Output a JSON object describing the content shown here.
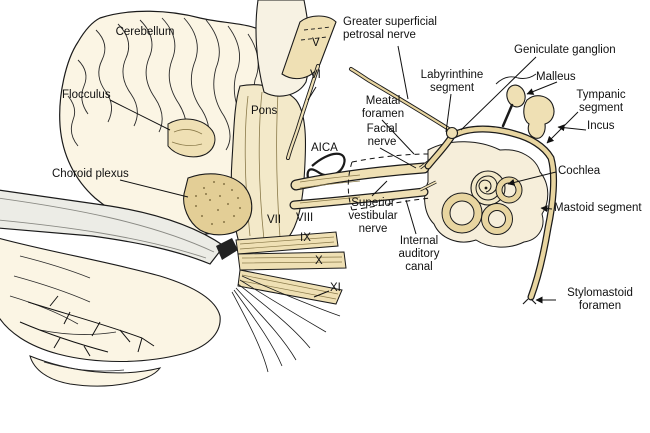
{
  "palette": {
    "tan": "#E8D5A0",
    "tan_light": "#F3E9C9",
    "paper": "#FBF5E4",
    "line": "#1a1a1a",
    "retractor": "#ECECE6"
  },
  "labels": {
    "cerebellum": {
      "text": "Cerebellum"
    },
    "flocculus": {
      "text": "Flocculus"
    },
    "choroid_plexus": {
      "text": "Choroid plexus"
    },
    "pons": {
      "text": "Pons"
    },
    "aica": {
      "text": "AICA"
    },
    "nerve_v": {
      "text": "V"
    },
    "nerve_vi": {
      "text": "VI"
    },
    "nerve_vii": {
      "text": "VII"
    },
    "nerve_viii": {
      "text": "VIII"
    },
    "nerve_ix": {
      "text": "IX"
    },
    "nerve_x": {
      "text": "X"
    },
    "nerve_xi": {
      "text": "XI"
    },
    "gspn": {
      "text": "Greater superficial petrosal nerve"
    },
    "geniculate": {
      "text": "Geniculate ganglion"
    },
    "labyrinthine": {
      "text": "Labyrinthine segment"
    },
    "malleus": {
      "text": "Malleus"
    },
    "tympanic": {
      "text": "Tympanic segment"
    },
    "incus": {
      "text": "Incus"
    },
    "meatal": {
      "text": "Meatal foramen"
    },
    "facial": {
      "text": "Facial nerve"
    },
    "cochlea": {
      "text": "Cochlea"
    },
    "mastoid": {
      "text": "Mastoid segment"
    },
    "superior_vestibular": {
      "text": "Superior vestibular nerve"
    },
    "iac": {
      "text": "Internal auditory canal"
    },
    "stylomastoid": {
      "text": "Stylomastoid foramen"
    }
  }
}
